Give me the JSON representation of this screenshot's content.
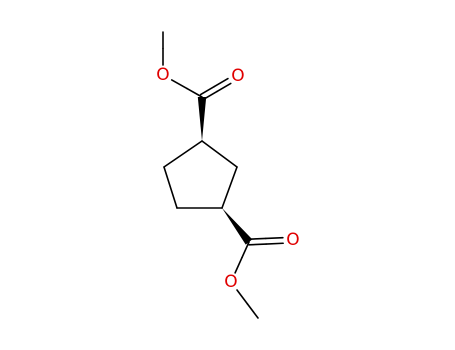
{
  "molecule": {
    "colors": {
      "carbon_bond": "#000000",
      "oxygen": "#e00000",
      "background": "#ffffff"
    },
    "atoms": [
      {
        "id": "me_top",
        "element": "C",
        "label": ""
      },
      {
        "id": "o_ester_top",
        "element": "O",
        "label": "O"
      },
      {
        "id": "c_carbonyl_top",
        "element": "C",
        "label": ""
      },
      {
        "id": "o_carbonyl_top",
        "element": "O",
        "label": "O"
      },
      {
        "id": "c1",
        "element": "C",
        "label": ""
      },
      {
        "id": "c2",
        "element": "C",
        "label": ""
      },
      {
        "id": "c3",
        "element": "C",
        "label": ""
      },
      {
        "id": "c4",
        "element": "C",
        "label": ""
      },
      {
        "id": "c5",
        "element": "C",
        "label": ""
      },
      {
        "id": "c_carbonyl_bottom",
        "element": "C",
        "label": ""
      },
      {
        "id": "o_carbonyl_bottom",
        "element": "O",
        "label": "O"
      },
      {
        "id": "o_ester_bottom",
        "element": "O",
        "label": "O"
      },
      {
        "id": "me_bottom",
        "element": "C",
        "label": ""
      }
    ],
    "bonds": [
      {
        "from": "me_top",
        "to": "o_ester_top",
        "order": 1,
        "stereo": "none"
      },
      {
        "from": "o_ester_top",
        "to": "c_carbonyl_top",
        "order": 1,
        "stereo": "none"
      },
      {
        "from": "c_carbonyl_top",
        "to": "o_carbonyl_top",
        "order": 2,
        "stereo": "none"
      },
      {
        "from": "c1",
        "to": "c_carbonyl_top",
        "order": 1,
        "stereo": "wedge"
      },
      {
        "from": "c1",
        "to": "c2",
        "order": 1,
        "stereo": "none"
      },
      {
        "from": "c2",
        "to": "c3",
        "order": 1,
        "stereo": "none"
      },
      {
        "from": "c3",
        "to": "c4",
        "order": 1,
        "stereo": "none"
      },
      {
        "from": "c4",
        "to": "c5",
        "order": 1,
        "stereo": "none"
      },
      {
        "from": "c5",
        "to": "c1",
        "order": 1,
        "stereo": "none"
      },
      {
        "from": "c3",
        "to": "c_carbonyl_bottom",
        "order": 1,
        "stereo": "wedge"
      },
      {
        "from": "c_carbonyl_bottom",
        "to": "o_carbonyl_bottom",
        "order": 2,
        "stereo": "none"
      },
      {
        "from": "c_carbonyl_bottom",
        "to": "o_ester_bottom",
        "order": 1,
        "stereo": "none"
      },
      {
        "from": "o_ester_bottom",
        "to": "me_bottom",
        "order": 1,
        "stereo": "none"
      }
    ]
  }
}
